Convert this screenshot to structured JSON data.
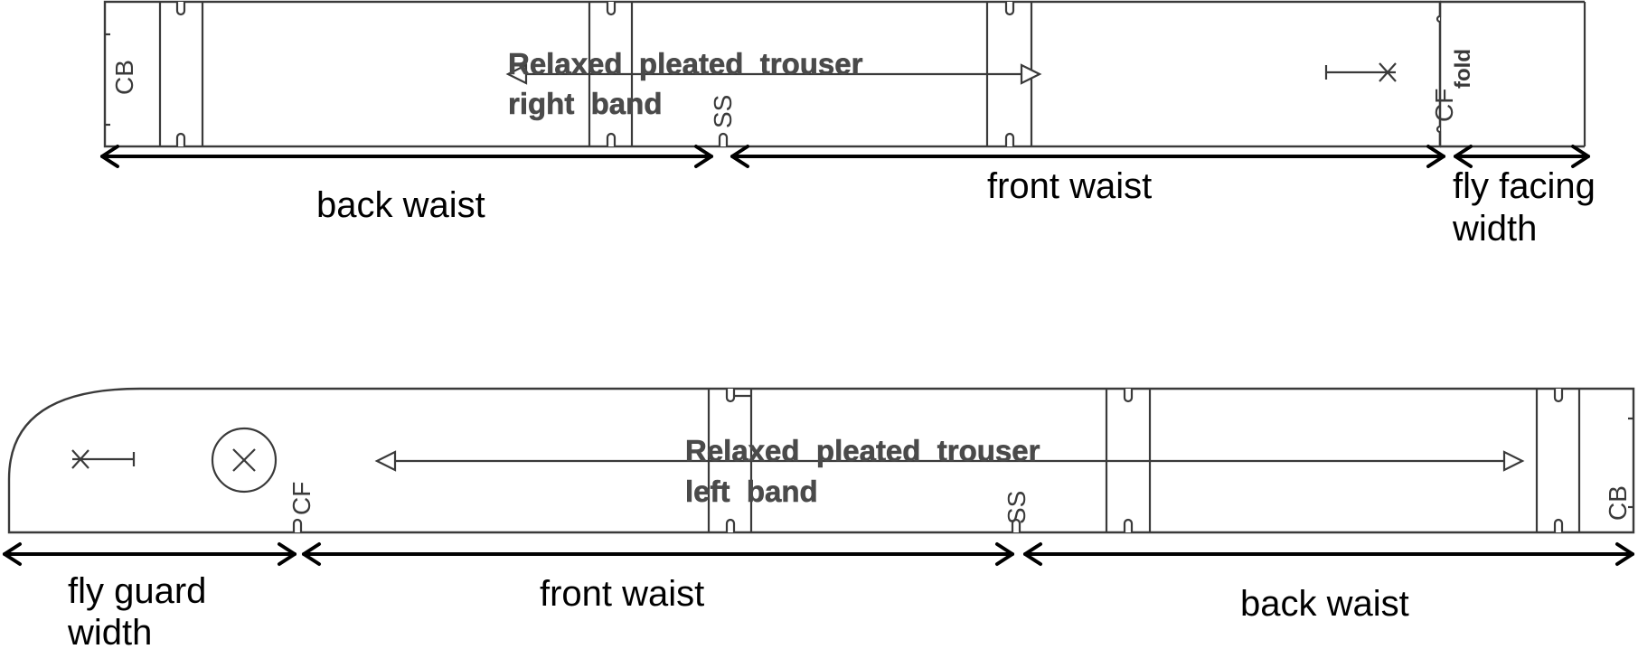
{
  "right_band": {
    "title_line1": "Relaxed  pleated  trouser",
    "title_line2": "right  band",
    "marks": {
      "cb": "CB",
      "ss": "SS",
      "cf": "CF",
      "fold": "fold"
    },
    "dims": {
      "back_waist": "back waist",
      "front_waist": "front waist",
      "fly_facing_line1": "fly facing",
      "fly_facing_line2": "width"
    }
  },
  "left_band": {
    "title_line1": "Relaxed  pleated  trouser",
    "title_line2": "left  band",
    "marks": {
      "cf": "CF",
      "ss": "SS",
      "cb": "CB"
    },
    "dims": {
      "fly_guard_line1": "fly guard",
      "fly_guard_line2": "width",
      "front_waist": "front waist",
      "back_waist": "back waist"
    }
  }
}
